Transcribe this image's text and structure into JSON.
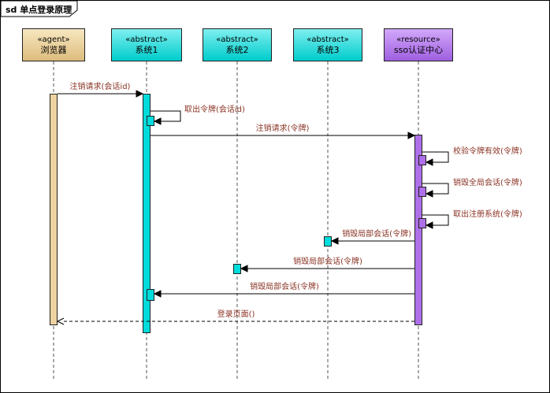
{
  "frame": {
    "title": "sd 单点登录原理"
  },
  "lifelines": [
    {
      "stereotype": "«agent»",
      "name": "浏览器"
    },
    {
      "stereotype": "«abstract»",
      "name": "系统1"
    },
    {
      "stereotype": "«abstract»",
      "name": "系统2"
    },
    {
      "stereotype": "«abstract»",
      "name": "系统3"
    },
    {
      "stereotype": "«resource»",
      "name": "sso认证中心"
    }
  ],
  "messages": [
    {
      "label": "注销请求(会话id)"
    },
    {
      "label": "取出令牌(会话id)"
    },
    {
      "label": "注销请求(令牌)"
    },
    {
      "label": "校验令牌有效(令牌)"
    },
    {
      "label": "销毁全局会话(令牌)"
    },
    {
      "label": "取出注册系统(令牌)"
    },
    {
      "label": "销毁局部会话(令牌)"
    },
    {
      "label": "销毁局部会话(令牌)"
    },
    {
      "label": "销毁局部会话(令牌)"
    },
    {
      "label": "登录页面()"
    }
  ],
  "colors": {
    "agent_fill": "#DDBC7E",
    "abstract_fill": "#00CCCC",
    "resource_fill": "#9F5FE0",
    "message_text": "#8A3324"
  }
}
